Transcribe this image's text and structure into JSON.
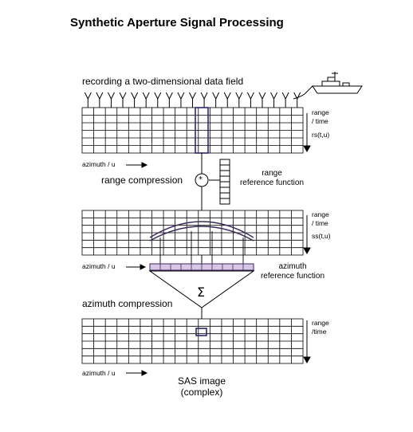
{
  "title": "Synthetic Aperture Signal Processing",
  "labels": {
    "recording": "recording a two-dimensional data field",
    "range_time_1": "range\n/ time",
    "rs": "rs(t,u)",
    "azimuth_1": "azimuth / u",
    "range_compression": "range compression",
    "convolution_symbol": "*",
    "range_reference": "range\nreference function",
    "range_time_2": "range\n/ time",
    "ss": "ss(t,u)",
    "azimuth_2": "azimuth / u",
    "azimuth_reference": "azimuth\nreference function",
    "sigma_symbol": "Σ",
    "azimuth_compression": "azimuth compression",
    "range_time_3": "range\n/time",
    "azimuth_3": "azimuth / u",
    "sas_image": "SAS image\n(complex)"
  },
  "icons": {
    "ship": "ship-icon",
    "hydrophone": "hydrophone-icon"
  },
  "colors": {
    "line": "#000000",
    "reference_fill": "#d9c6e6",
    "reference_stroke": "#3a2a5a",
    "arc": "#3a2a5a"
  }
}
